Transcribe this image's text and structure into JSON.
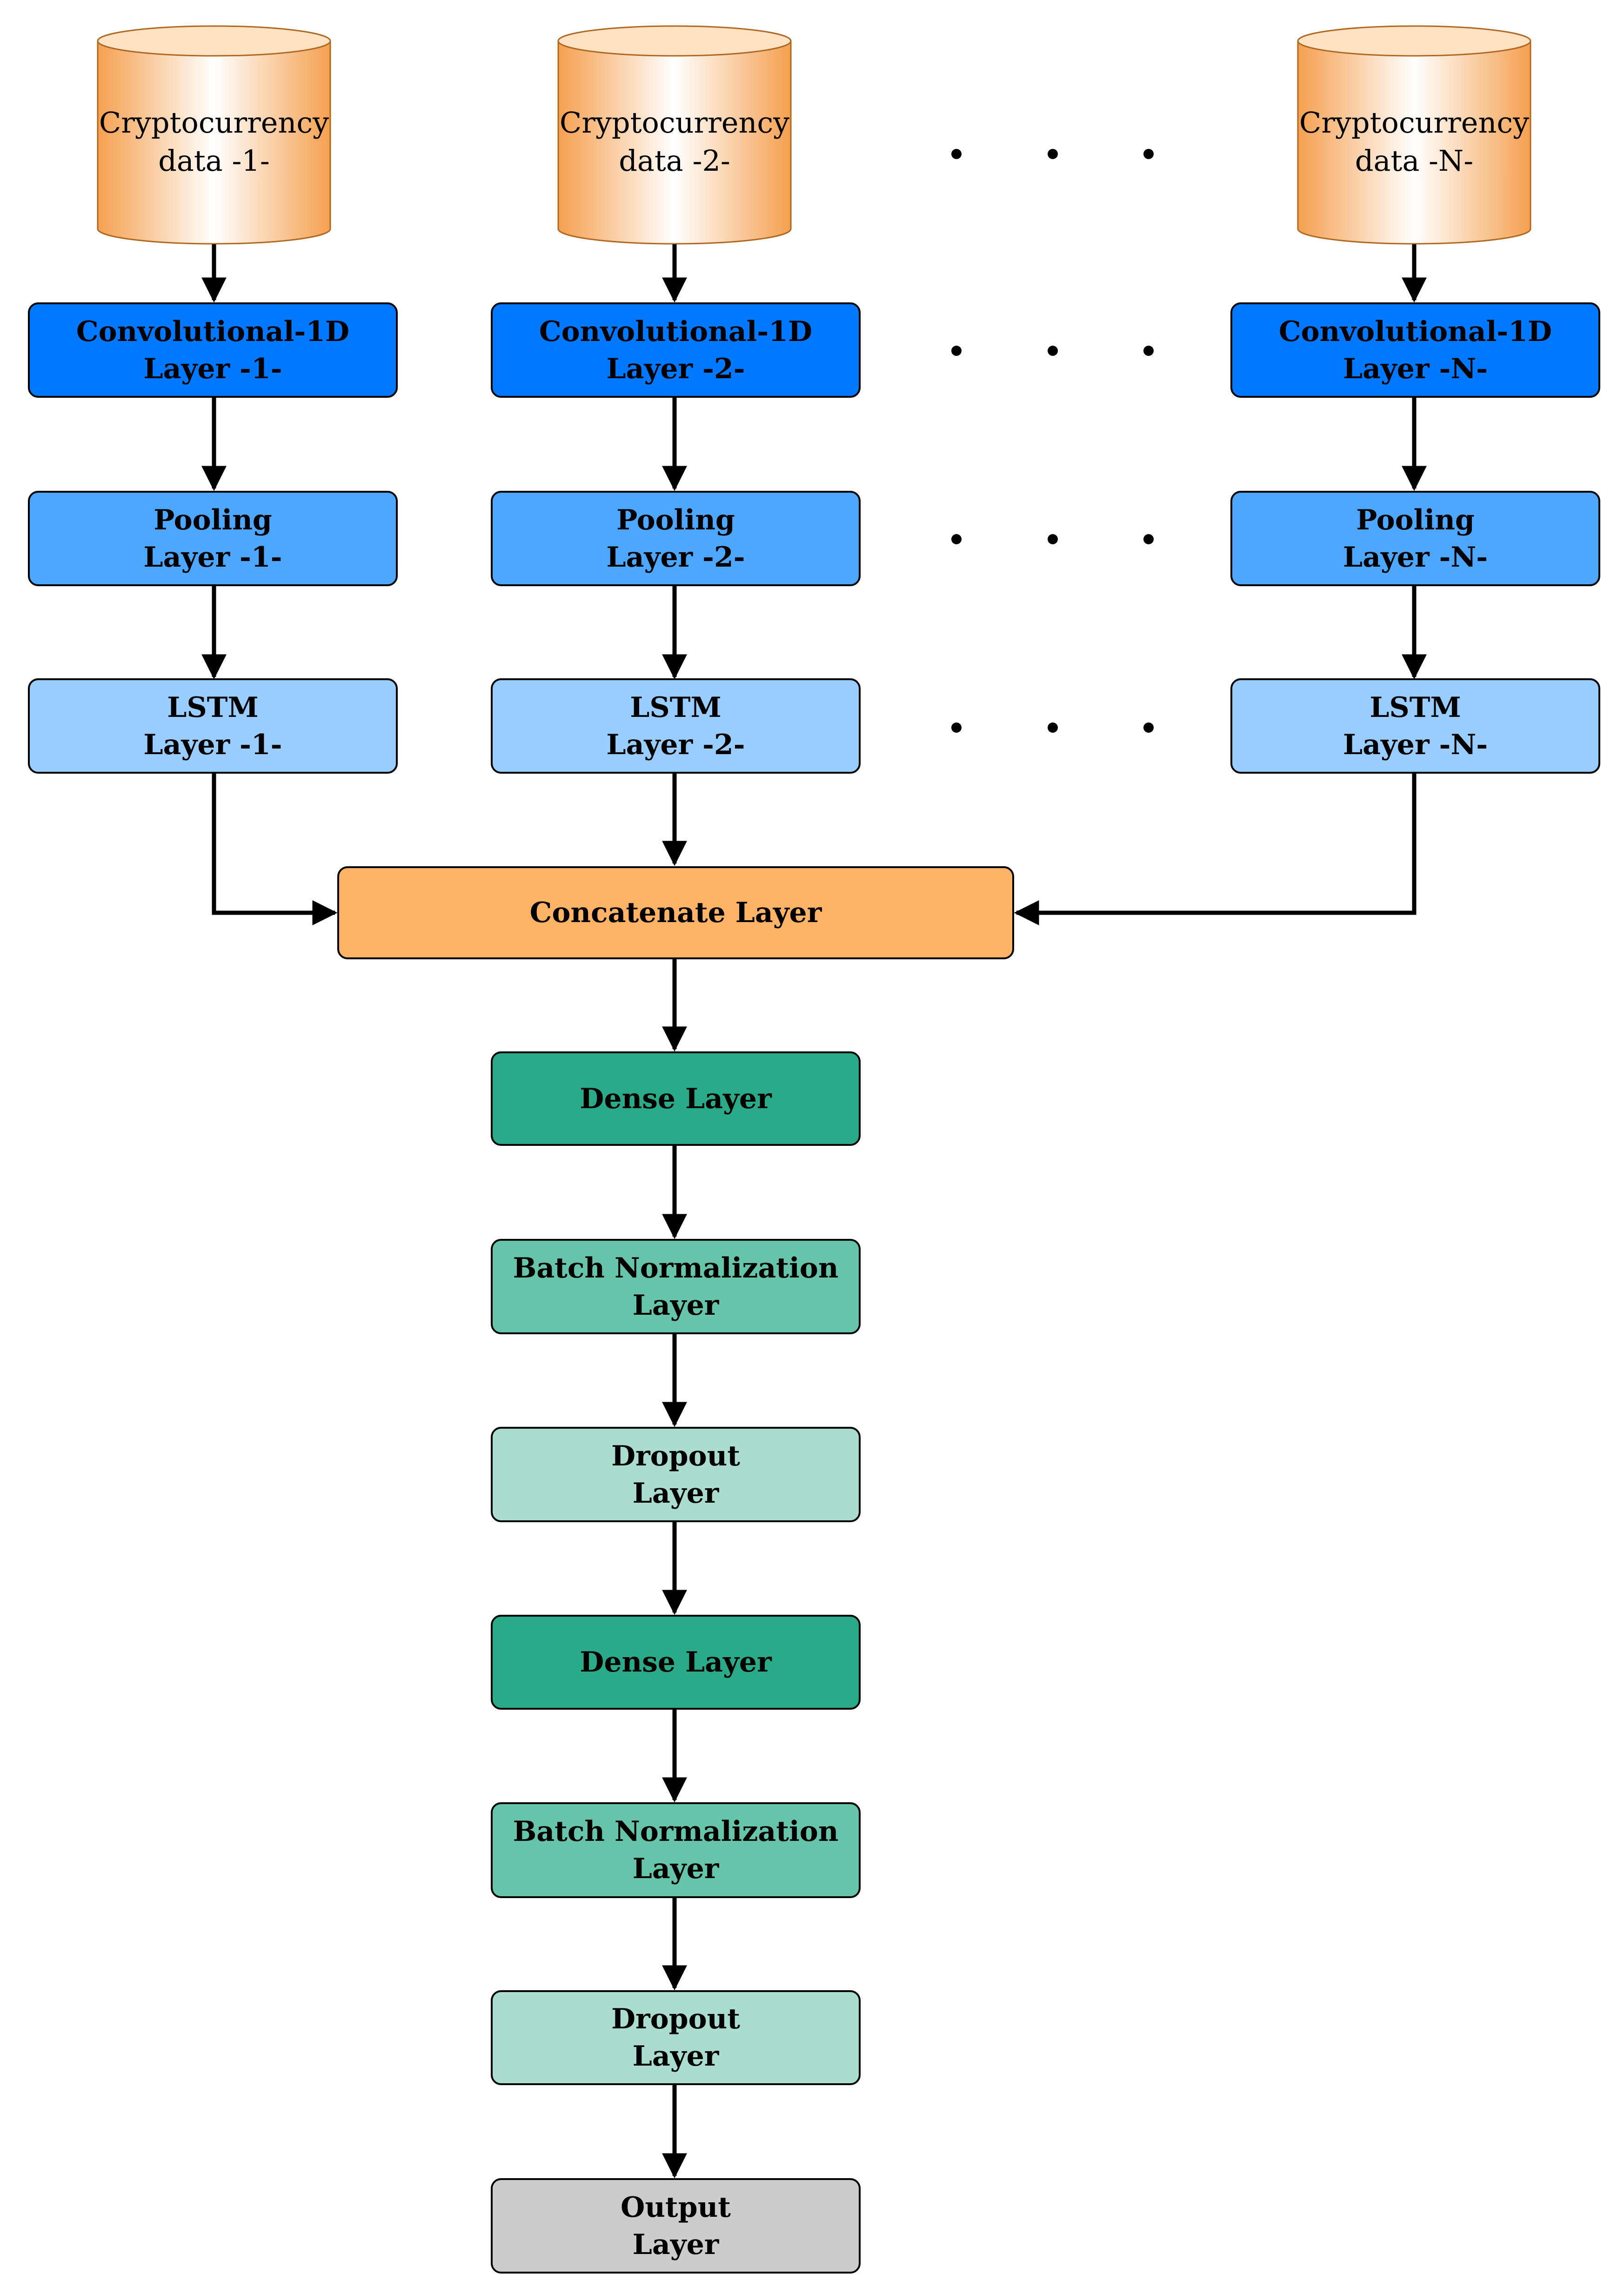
{
  "inputs": [
    {
      "line1": "Cryptocurrency",
      "line2": "data -1-"
    },
    {
      "line1": "Cryptocurrency",
      "line2": "data -2-"
    },
    {
      "line1": "Cryptocurrency",
      "line2": "data -N-"
    }
  ],
  "conv": [
    {
      "line1": "Convolutional-1D",
      "line2": "Layer -1-"
    },
    {
      "line1": "Convolutional-1D",
      "line2": "Layer -2-"
    },
    {
      "line1": "Convolutional-1D",
      "line2": "Layer -N-"
    }
  ],
  "pool": [
    {
      "line1": "Pooling",
      "line2": "Layer -1-"
    },
    {
      "line1": "Pooling",
      "line2": "Layer -2-"
    },
    {
      "line1": "Pooling",
      "line2": "Layer -N-"
    }
  ],
  "lstm": [
    {
      "line1": "LSTM",
      "line2": "Layer -1-"
    },
    {
      "line1": "LSTM",
      "line2": "Layer -2-"
    },
    {
      "line1": "LSTM",
      "line2": "Layer -N-"
    }
  ],
  "concat": {
    "label": "Concatenate Layer"
  },
  "head": {
    "dense1": "Dense Layer",
    "bn1": {
      "line1": "Batch Normalization",
      "line2": "Layer"
    },
    "drop1": {
      "line1": "Dropout",
      "line2": "Layer"
    },
    "dense2": "Dense Layer",
    "bn2": {
      "line1": "Batch Normalization",
      "line2": "Layer"
    },
    "drop2": {
      "line1": "Dropout",
      "line2": "Layer"
    },
    "output": {
      "line1": "Output",
      "line2": "Layer"
    }
  },
  "colors": {
    "cylinder_edge": "#F0A050",
    "conv": "#0078FF",
    "pool": "#4DA6FF",
    "lstm": "#99CCFF",
    "concat": "#FFB366",
    "dense": "#2AAA88",
    "batch_norm": "#66C4AA",
    "dropout": "#AADDD0",
    "output": "#CCCCCC"
  }
}
